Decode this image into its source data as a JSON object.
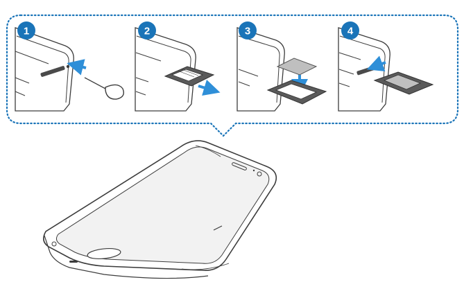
{
  "steps": [
    {
      "number": "1",
      "action": "insert-ejection-pin",
      "icon": "ejection-pin-icon"
    },
    {
      "number": "2",
      "action": "pull-out-tray",
      "icon": "sim-tray-icon"
    },
    {
      "number": "3",
      "action": "place-sim-card-on-tray",
      "icon": "sim-card-icon"
    },
    {
      "number": "4",
      "action": "insert-tray-into-slot",
      "icon": "sim-tray-icon"
    }
  ],
  "colors": {
    "badge": "#1a74b8",
    "arrow": "#2f8fd8",
    "dotted_border": "#1a74b8",
    "outline": "#3c3c3c",
    "phone_screen": "#f2f2f2",
    "tray_dark": "#4a4a4a",
    "sim_card": "#bfbfbf"
  }
}
